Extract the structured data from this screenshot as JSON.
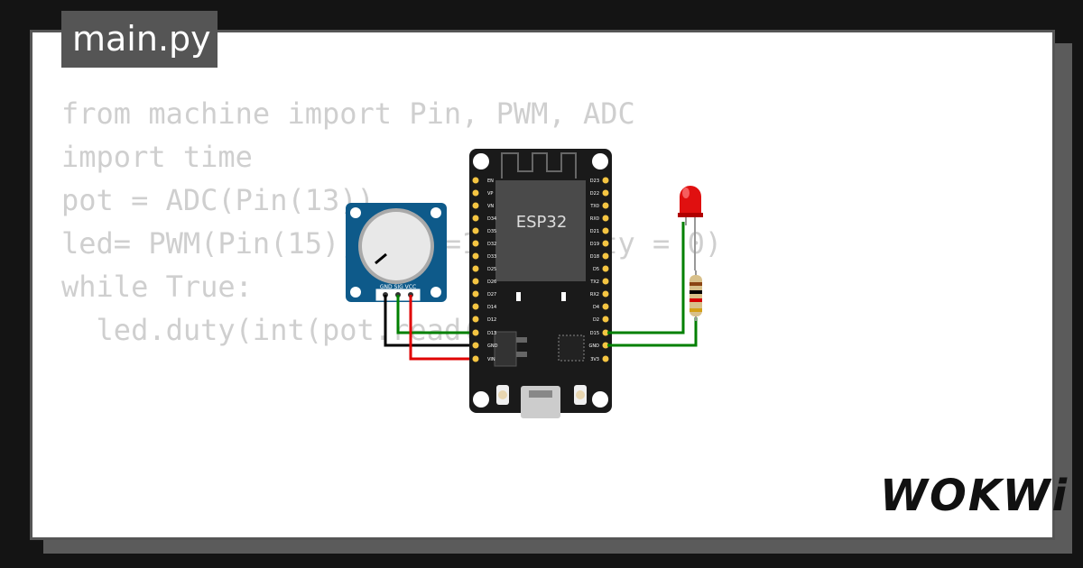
{
  "editor": {
    "filename": "main.py",
    "code_lines": [
      "from machine import Pin, PWM, ADC",
      "import time",
      "pot = ADC(Pin(13))",
      "led= PWM(Pin(15), freq=1000, duty = 0)",
      "while True:",
      "  led.duty(int(pot.read()/4))"
    ]
  },
  "circuit": {
    "board_label": "ESP32",
    "pot_pins_label": "GND SIG VCC",
    "left_pins": [
      "EN",
      "VP",
      "VN",
      "D34",
      "D35",
      "D32",
      "D33",
      "D25",
      "D26",
      "D27",
      "D14",
      "D12",
      "D13",
      "GND",
      "VIN"
    ],
    "right_pins": [
      "D23",
      "D22",
      "TX0",
      "RX0",
      "D21",
      "D19",
      "D18",
      "D5",
      "TX2",
      "RX2",
      "D4",
      "D2",
      "D15",
      "GND",
      "3V3"
    ],
    "wire_colors": {
      "gnd": "#000000",
      "signal": "#008000",
      "vcc": "#e00000",
      "led": "#008000"
    }
  },
  "brand": {
    "logo": "WOKWi"
  }
}
